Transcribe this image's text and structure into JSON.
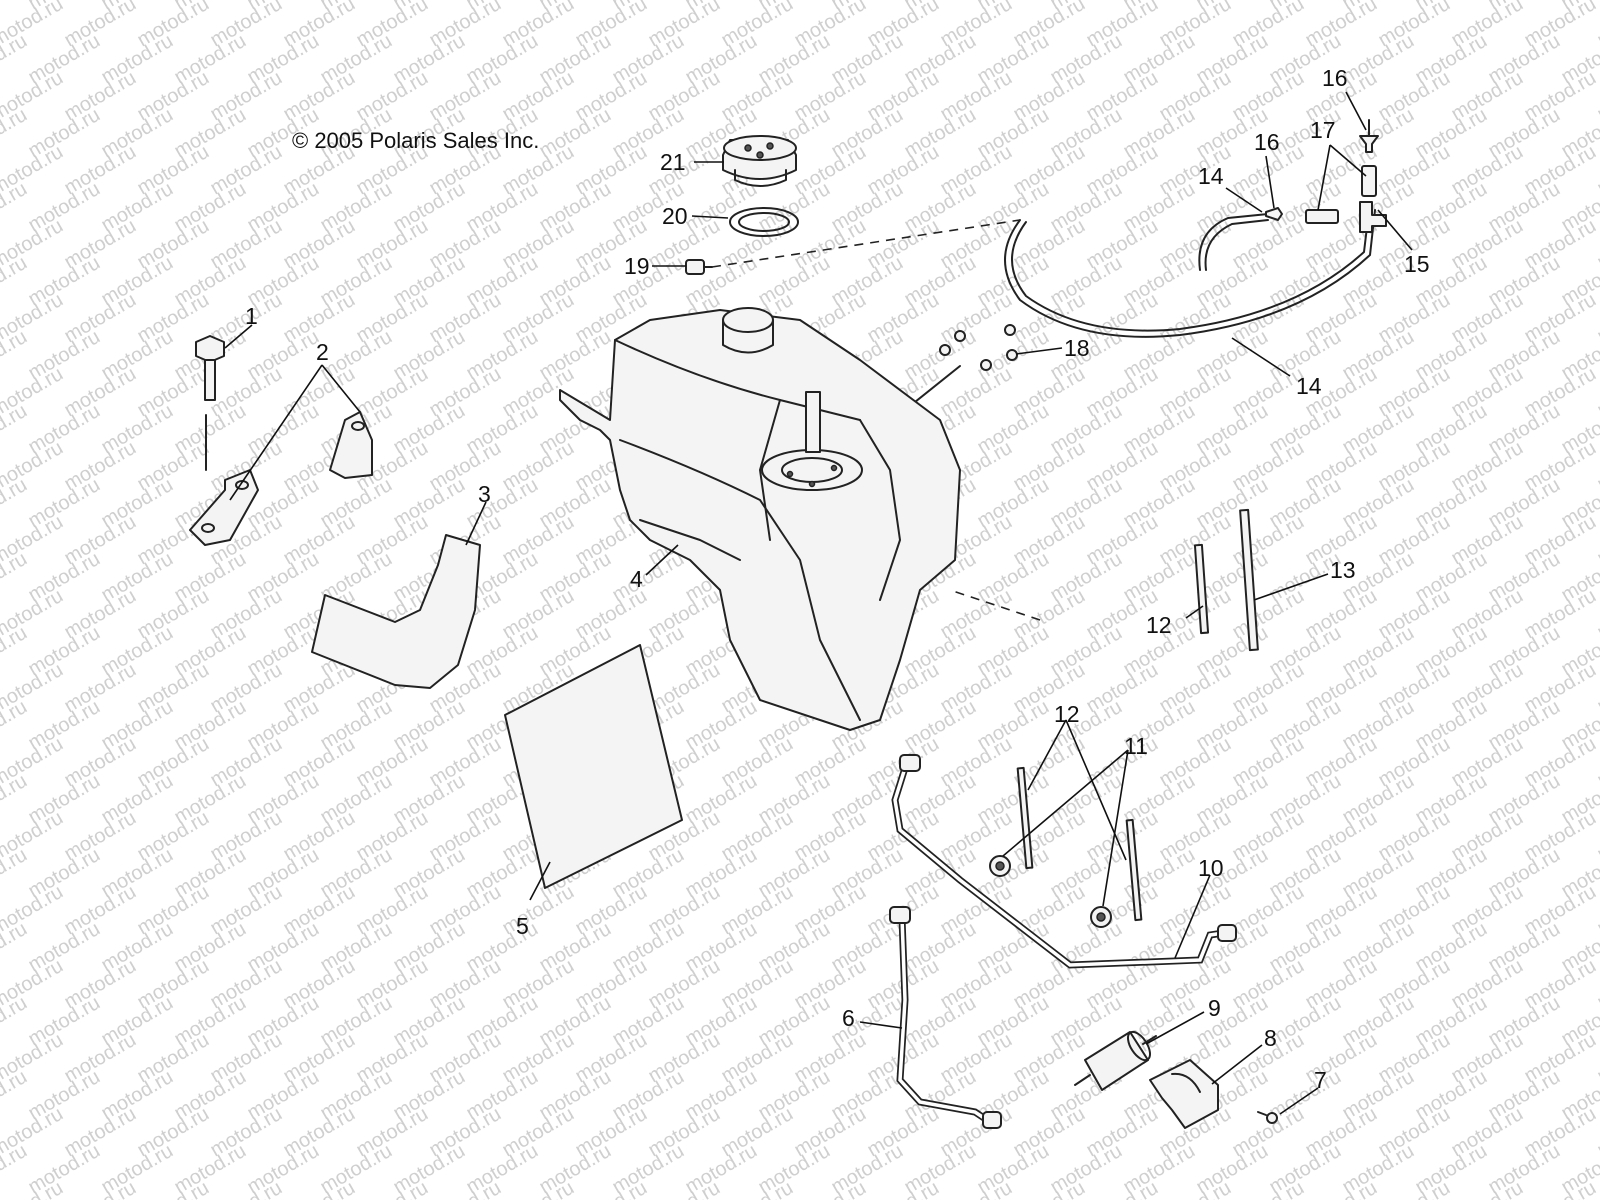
{
  "copyright": "© 2005 Polaris Sales Inc.",
  "watermark": "motod.ru",
  "callouts": [
    {
      "label": "1",
      "part": "bolt"
    },
    {
      "label": "2",
      "part": "tank-bracket"
    },
    {
      "label": "3",
      "part": "heat-shield-pad"
    },
    {
      "label": "4",
      "part": "fuel-tank"
    },
    {
      "label": "5",
      "part": "insulation-sheet"
    },
    {
      "label": "6",
      "part": "fuel-line-lower"
    },
    {
      "label": "7",
      "part": "screw"
    },
    {
      "label": "8",
      "part": "filter-clamp"
    },
    {
      "label": "9",
      "part": "fuel-filter"
    },
    {
      "label": "10",
      "part": "fuel-line-upper"
    },
    {
      "label": "11",
      "part": "nut"
    },
    {
      "label": "12",
      "part": "strap"
    },
    {
      "label": "12",
      "part": "strap"
    },
    {
      "label": "13",
      "part": "long-strap"
    },
    {
      "label": "14",
      "part": "vent-hose"
    },
    {
      "label": "14",
      "part": "vent-hose"
    },
    {
      "label": "15",
      "part": "tee-fitting"
    },
    {
      "label": "16",
      "part": "check-valve"
    },
    {
      "label": "16",
      "part": "check-valve"
    },
    {
      "label": "17",
      "part": "hose-section"
    },
    {
      "label": "18",
      "part": "pump-screws"
    },
    {
      "label": "19",
      "part": "vent-fitting"
    },
    {
      "label": "20",
      "part": "cap-gasket"
    },
    {
      "label": "21",
      "part": "fuel-cap"
    }
  ]
}
